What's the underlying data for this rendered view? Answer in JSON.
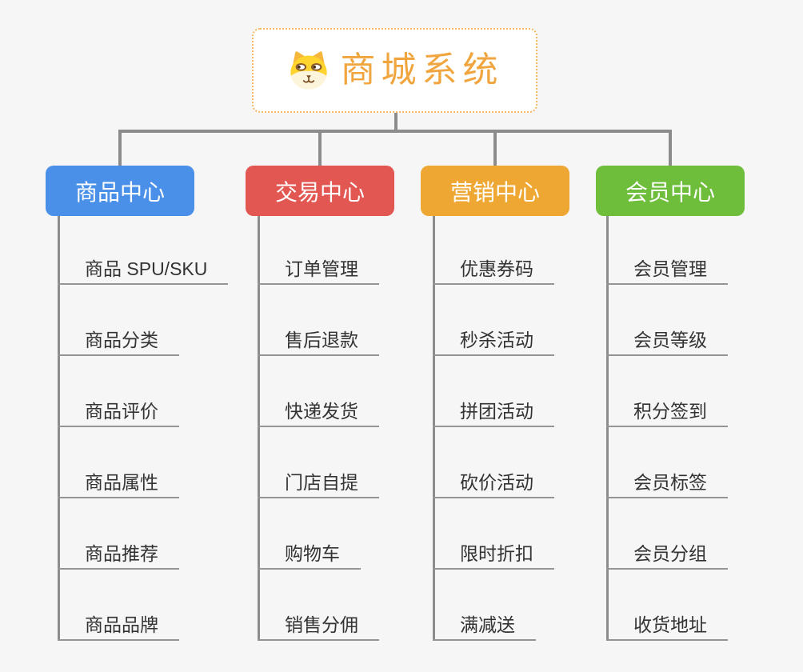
{
  "background_color": "#F6F6F6",
  "connector_color": "#8C8C8C",
  "root": {
    "title": "商城系统",
    "icon": "dog-face-icon",
    "text_color": "#F0A53E",
    "border_color": "#F2B860",
    "background": "#FFFFFF"
  },
  "branches": [
    {
      "label": "商品中心",
      "color": "#4A90E8",
      "items": [
        "商品 SPU/SKU",
        "商品分类",
        "商品评价",
        "商品属性",
        "商品推荐",
        "商品品牌"
      ]
    },
    {
      "label": "交易中心",
      "color": "#E25752",
      "items": [
        "订单管理",
        "售后退款",
        "快递发货",
        "门店自提",
        "购物车",
        "销售分佣"
      ]
    },
    {
      "label": "营销中心",
      "color": "#EFA733",
      "items": [
        "优惠券码",
        "秒杀活动",
        "拼团活动",
        "砍价活动",
        "限时折扣",
        "满减送"
      ]
    },
    {
      "label": "会员中心",
      "color": "#6EBE3C",
      "items": [
        "会员管理",
        "会员等级",
        "积分签到",
        "会员标签",
        "会员分组",
        "收货地址"
      ]
    }
  ]
}
